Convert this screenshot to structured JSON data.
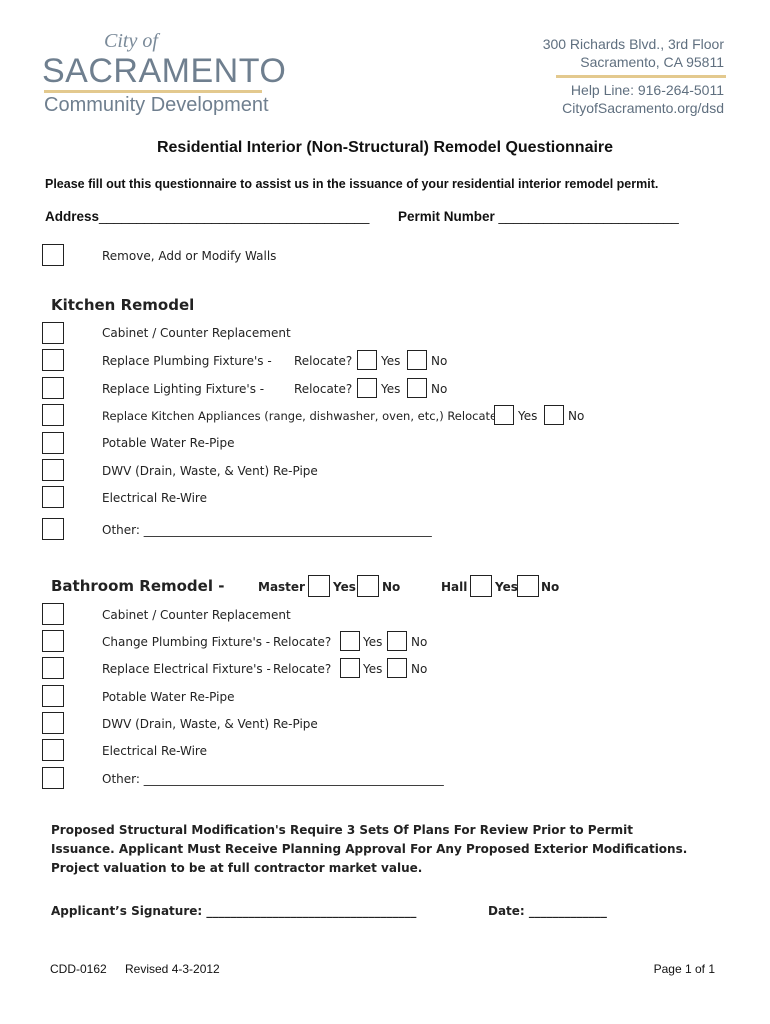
{
  "logo": {
    "city_of": "City of",
    "name": "SACRAMENTO",
    "dept": "Community Development",
    "rule_color": "#e3c98e"
  },
  "contact": {
    "street": "300 Richards Blvd., 3rd Floor",
    "city": "Sacramento, CA 95811",
    "help_line": "Help Line: 916-264-5011",
    "web": "CityofSacramento.org/dsd"
  },
  "form": {
    "title": "Residential Interior (Non-Structural) Remodel Questionnaire",
    "instructions": "Please fill out this questionnaire to assist us in the issuance of your residential interior remodel permit.",
    "address_label": "Address",
    "address_line": "____________________________________",
    "permit_label": "Permit Number",
    "permit_line": "________________________",
    "walls_label": "Remove, Add or Modify Walls"
  },
  "kitchen": {
    "heading": "Kitchen Remodel",
    "items": {
      "cabinet": "Cabinet / Counter Replacement",
      "plumbing": "Replace Plumbing Fixture's -",
      "lighting": "Replace Lighting Fixture's -",
      "appliances": "Replace Kitchen Appliances (range, dishwasher, oven, etc,) Relocate?",
      "water": "Potable Water Re-Pipe",
      "dwv": "DWV (Drain, Waste, & Vent) Re-Pipe",
      "electrical": "Electrical Re-Wire",
      "other": "Other:",
      "other_line": "________________________________________________"
    },
    "relocate": "Relocate?",
    "yes": "Yes",
    "no": "No"
  },
  "bathroom": {
    "heading": "Bathroom Remodel",
    "dash": "-",
    "master": "Master",
    "hall": "Hall",
    "yes": "Yes",
    "no": "No",
    "relocate": "Relocate?",
    "items": {
      "cabinet": "Cabinet / Counter Replacement",
      "plumbing": "Change Plumbing Fixture's -",
      "electrical_fix": "Replace Electrical Fixture's -",
      "water": "Potable Water Re-Pipe",
      "dwv": "DWV (Drain, Waste, & Vent) Re-Pipe",
      "electrical": "Electrical Re-Wire",
      "other": "Other:",
      "other_line": "__________________________________________________"
    }
  },
  "notice": {
    "line1": "Proposed Structural Modification's Require 3 Sets Of Plans For Review Prior to Permit",
    "line2": "Issuance. Applicant Must Receive Planning Approval For Any Proposed Exterior Modifications.",
    "line3": "Project valuation to be at full contractor market value."
  },
  "signature": {
    "label": "Applicant’s Signature:",
    "line": "___________________________________",
    "date_label": "Date:",
    "date_line": "_____________"
  },
  "footer": {
    "code": "CDD-0162",
    "revised": "Revised 4-3-2012",
    "page": "Page 1 of 1"
  }
}
